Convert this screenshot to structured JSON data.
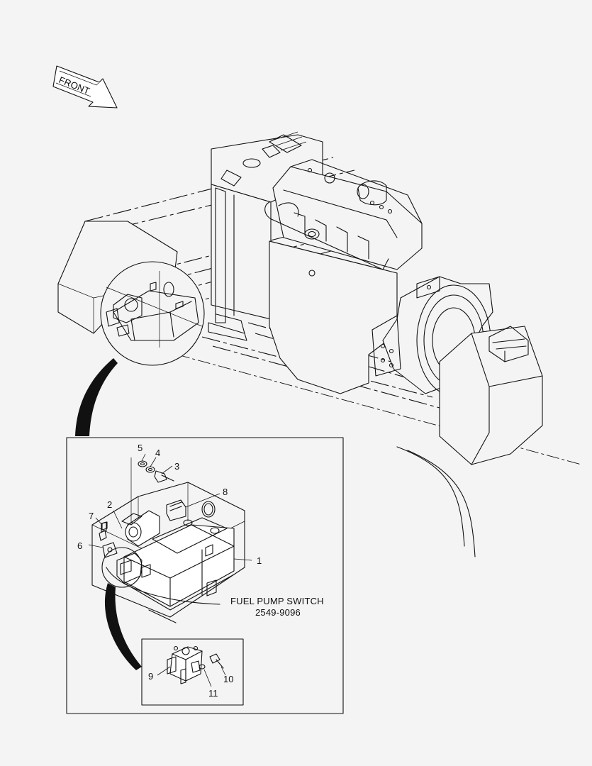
{
  "front_arrow": {
    "label": "FRONT"
  },
  "callouts": {
    "c1": "1",
    "c2": "2",
    "c3": "3",
    "c4": "4",
    "c5": "5",
    "c6": "6",
    "c7": "7",
    "c8": "8",
    "c9": "9",
    "c10": "10",
    "c11": "11"
  },
  "note": {
    "title": "FUEL PUMP SWITCH",
    "part_number": "2549-9096"
  }
}
